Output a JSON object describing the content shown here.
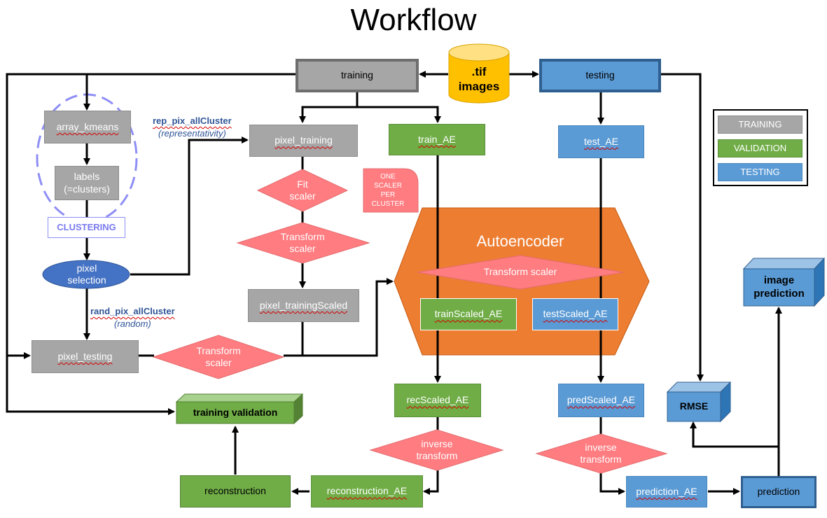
{
  "title": "Workflow",
  "source": {
    "line1": ".tif",
    "line2": "images"
  },
  "nodes": {
    "training": "training",
    "testing": "testing",
    "array_kmeans": "array_kmeans",
    "labels_line1": "labels",
    "labels_line2": "(=clusters)",
    "clustering": "CLUSTERING",
    "pixel_selection_line1": "pixel",
    "pixel_selection_line2": "selection",
    "pixel_training": "pixel_training",
    "pixel_trainingScaled": "pixel_trainingScaled",
    "pixel_testing": "pixel_testing",
    "train_AE": "train_AE",
    "test_AE": "test_AE",
    "trainScaled_AE": "trainScaled_AE",
    "testScaled_AE": "testScaled_AE",
    "recScaled_AE": "recScaled_AE",
    "predScaled_AE": "predScaled_AE",
    "reconstruction_AE": "reconstruction_AE",
    "reconstruction": "reconstruction",
    "prediction_AE": "prediction_AE",
    "prediction": "prediction",
    "training_validation": "training validation",
    "rmse": "RMSE",
    "image_prediction_line1": "image",
    "image_prediction_line2": "prediction",
    "autoencoder": "Autoencoder"
  },
  "diamonds": {
    "fit_scaler": {
      "line1": "Fit",
      "line2": "scaler"
    },
    "transform_scaler_1": {
      "line1": "Transform",
      "line2": "scaler"
    },
    "transform_scaler_2": {
      "line1": "Transform",
      "line2": "scaler"
    },
    "transform_scaler_ae": "Transform scaler",
    "inverse_transform_1": {
      "line1": "inverse",
      "line2": "transform"
    },
    "inverse_transform_2": {
      "line1": "inverse",
      "line2": "transform"
    }
  },
  "note": {
    "line1": "ONE",
    "line2": "SCALER",
    "line3": "PER",
    "line4": "CLUSTER"
  },
  "annotations": {
    "rep_pix": "rep_pix_allCluster",
    "representativity": "(representativity)",
    "rand_pix": "rand_pix_allCluster",
    "random": "(random)"
  },
  "legend": {
    "training": "TRAINING",
    "validation": "VALIDATION",
    "testing": "TESTING"
  },
  "colors": {
    "gray": "#a6a6a6",
    "green": "#70ad47",
    "blue": "#5b9bd5",
    "salmon": "#ff7c80",
    "orange": "#ed7d31",
    "cylinder": "#ffc000"
  }
}
